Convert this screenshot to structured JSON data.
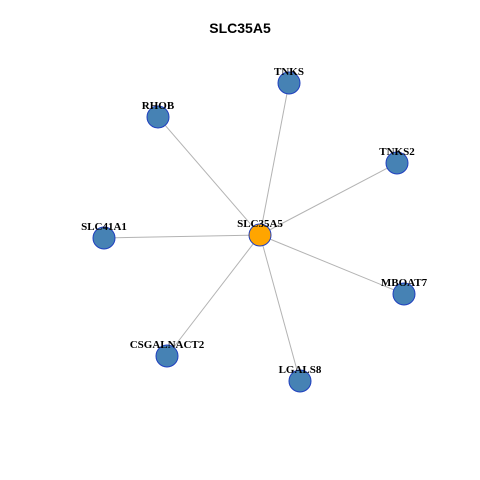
{
  "title": "SLC35A5",
  "colors": {
    "hub_fill": "#ffa500",
    "leaf_fill": "#4682b4",
    "node_stroke": "#1f3fbf",
    "edge": "#b3b3b3"
  },
  "graph": {
    "center": "SLC35A5",
    "nodes": [
      {
        "id": "SLC35A5",
        "role": "hub"
      },
      {
        "id": "TNKS",
        "role": "leaf"
      },
      {
        "id": "RHOB",
        "role": "leaf"
      },
      {
        "id": "TNKS2",
        "role": "leaf"
      },
      {
        "id": "SLC41A1",
        "role": "leaf"
      },
      {
        "id": "MBOAT7",
        "role": "leaf"
      },
      {
        "id": "CSGALNACT2",
        "role": "leaf"
      },
      {
        "id": "LGALS8",
        "role": "leaf"
      }
    ],
    "edges": [
      [
        "SLC35A5",
        "TNKS"
      ],
      [
        "SLC35A5",
        "RHOB"
      ],
      [
        "SLC35A5",
        "TNKS2"
      ],
      [
        "SLC35A5",
        "SLC41A1"
      ],
      [
        "SLC35A5",
        "MBOAT7"
      ],
      [
        "SLC35A5",
        "CSGALNACT2"
      ],
      [
        "SLC35A5",
        "LGALS8"
      ]
    ]
  }
}
